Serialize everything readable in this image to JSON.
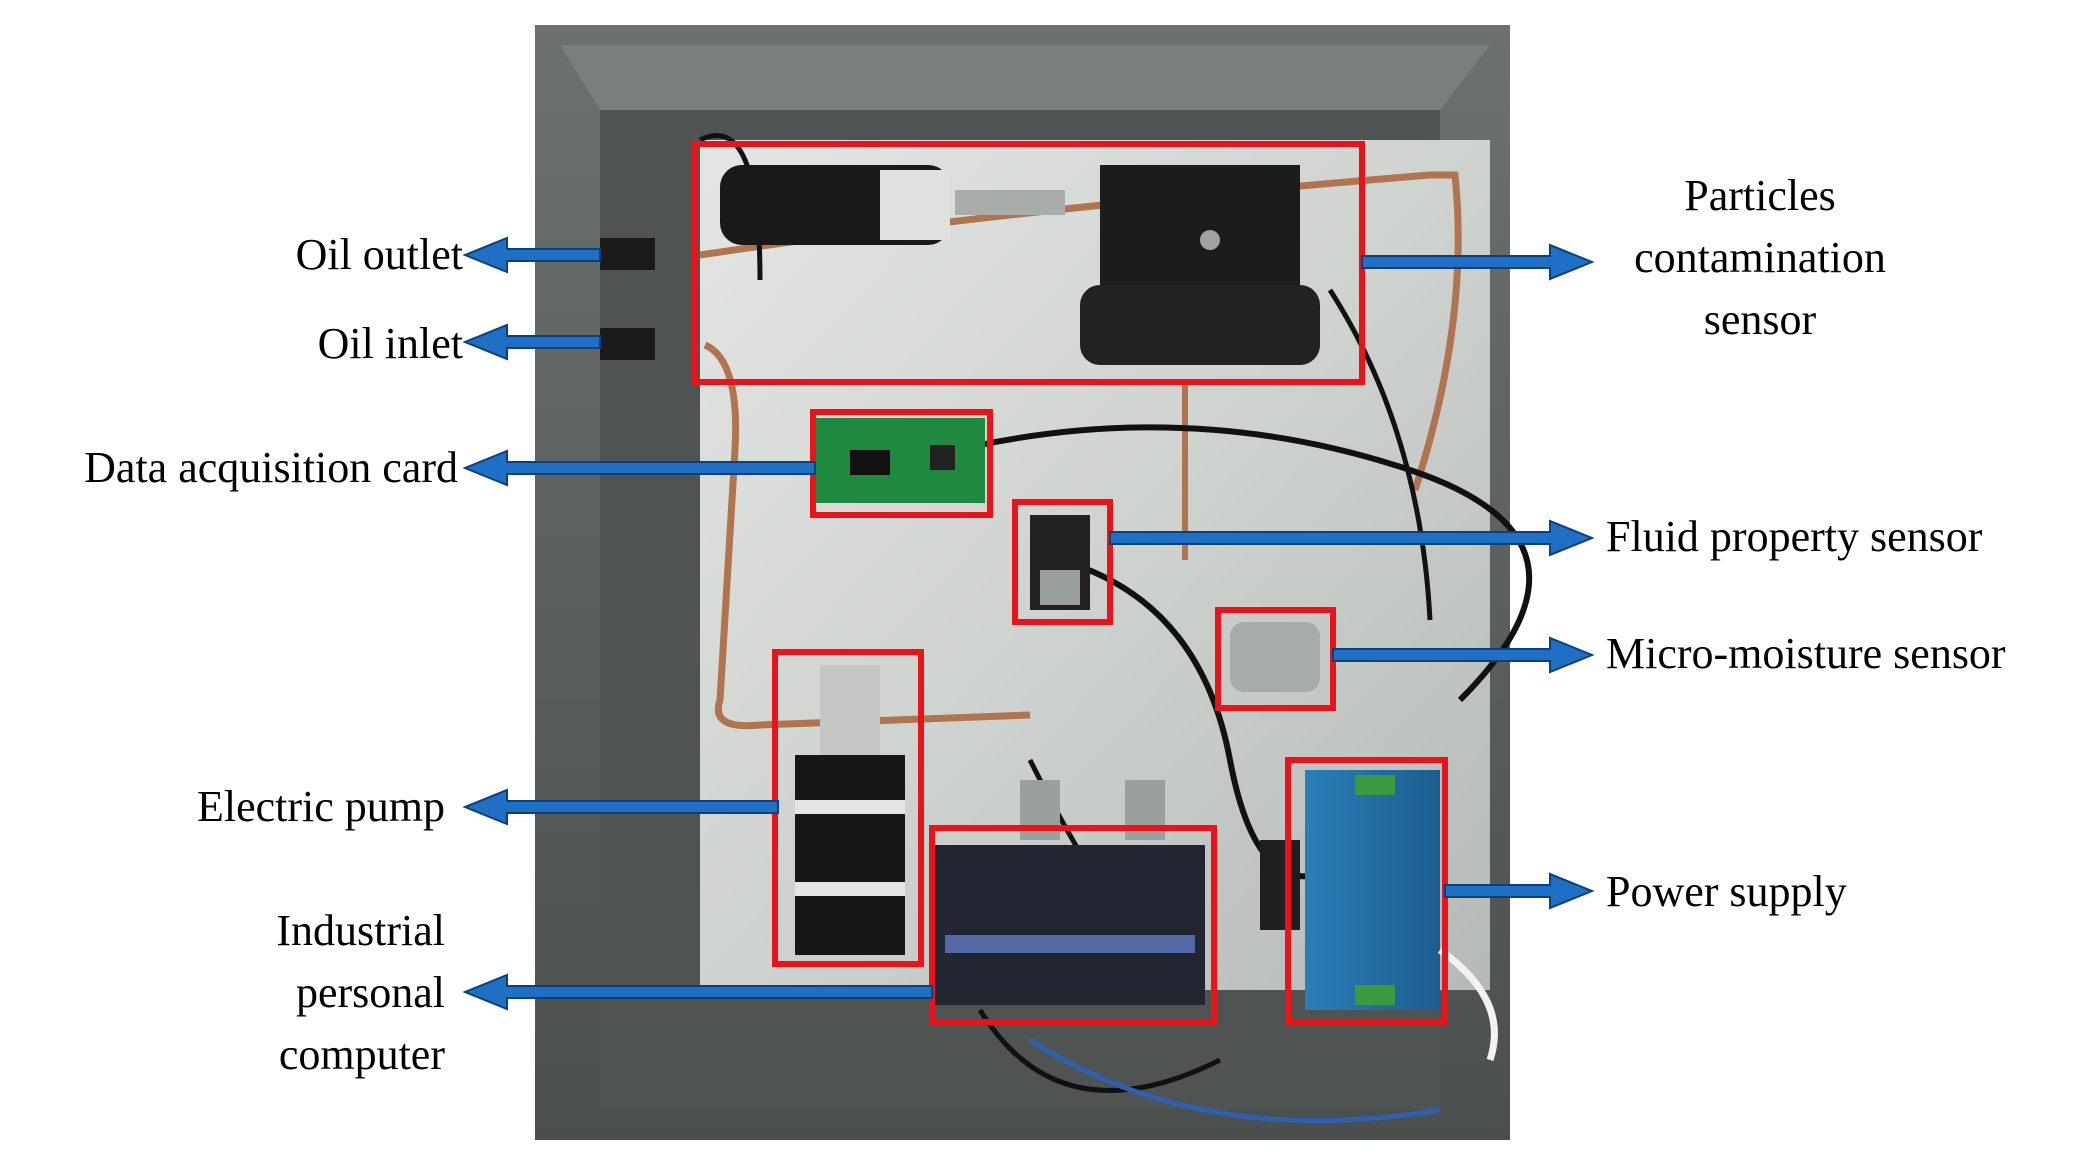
{
  "labels": {
    "oil_outlet": "Oil outlet",
    "oil_inlet": "Oil inlet",
    "data_acquisition_card": "Data acquisition card",
    "electric_pump": "Electric pump",
    "industrial_pc_line1": "Industrial",
    "industrial_pc_line2": "personal",
    "industrial_pc_line3": "computer",
    "particles_line1": "Particles",
    "particles_line2": "contamination",
    "particles_line3": "sensor",
    "fluid_property_sensor": "Fluid property sensor",
    "micro_moisture_sensor": "Micro-moisture sensor",
    "power_supply": "Power supply"
  },
  "colors": {
    "arrow_fill": "#1f6fc4",
    "arrow_stroke": "#0d3f7a",
    "highlight_box": "#e8131b",
    "enclosure": "#5b605e",
    "backplate": "#c9ccc9"
  }
}
